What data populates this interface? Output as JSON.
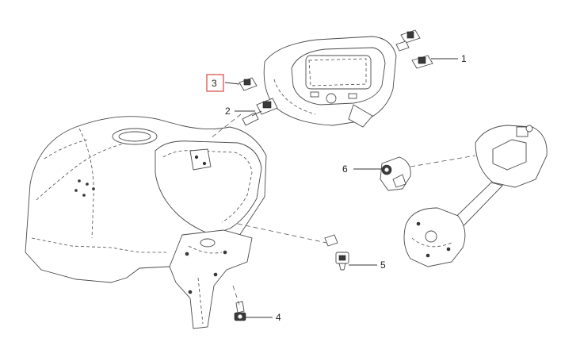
{
  "callouts": [
    {
      "label": "1"
    },
    {
      "label": "2"
    },
    {
      "label": "3",
      "highlighted": true
    },
    {
      "label": "4"
    },
    {
      "label": "5"
    },
    {
      "label": "6"
    }
  ],
  "colors": {
    "line": "#4a4a4a",
    "highlight": "#d9534f",
    "background": "#ffffff"
  }
}
